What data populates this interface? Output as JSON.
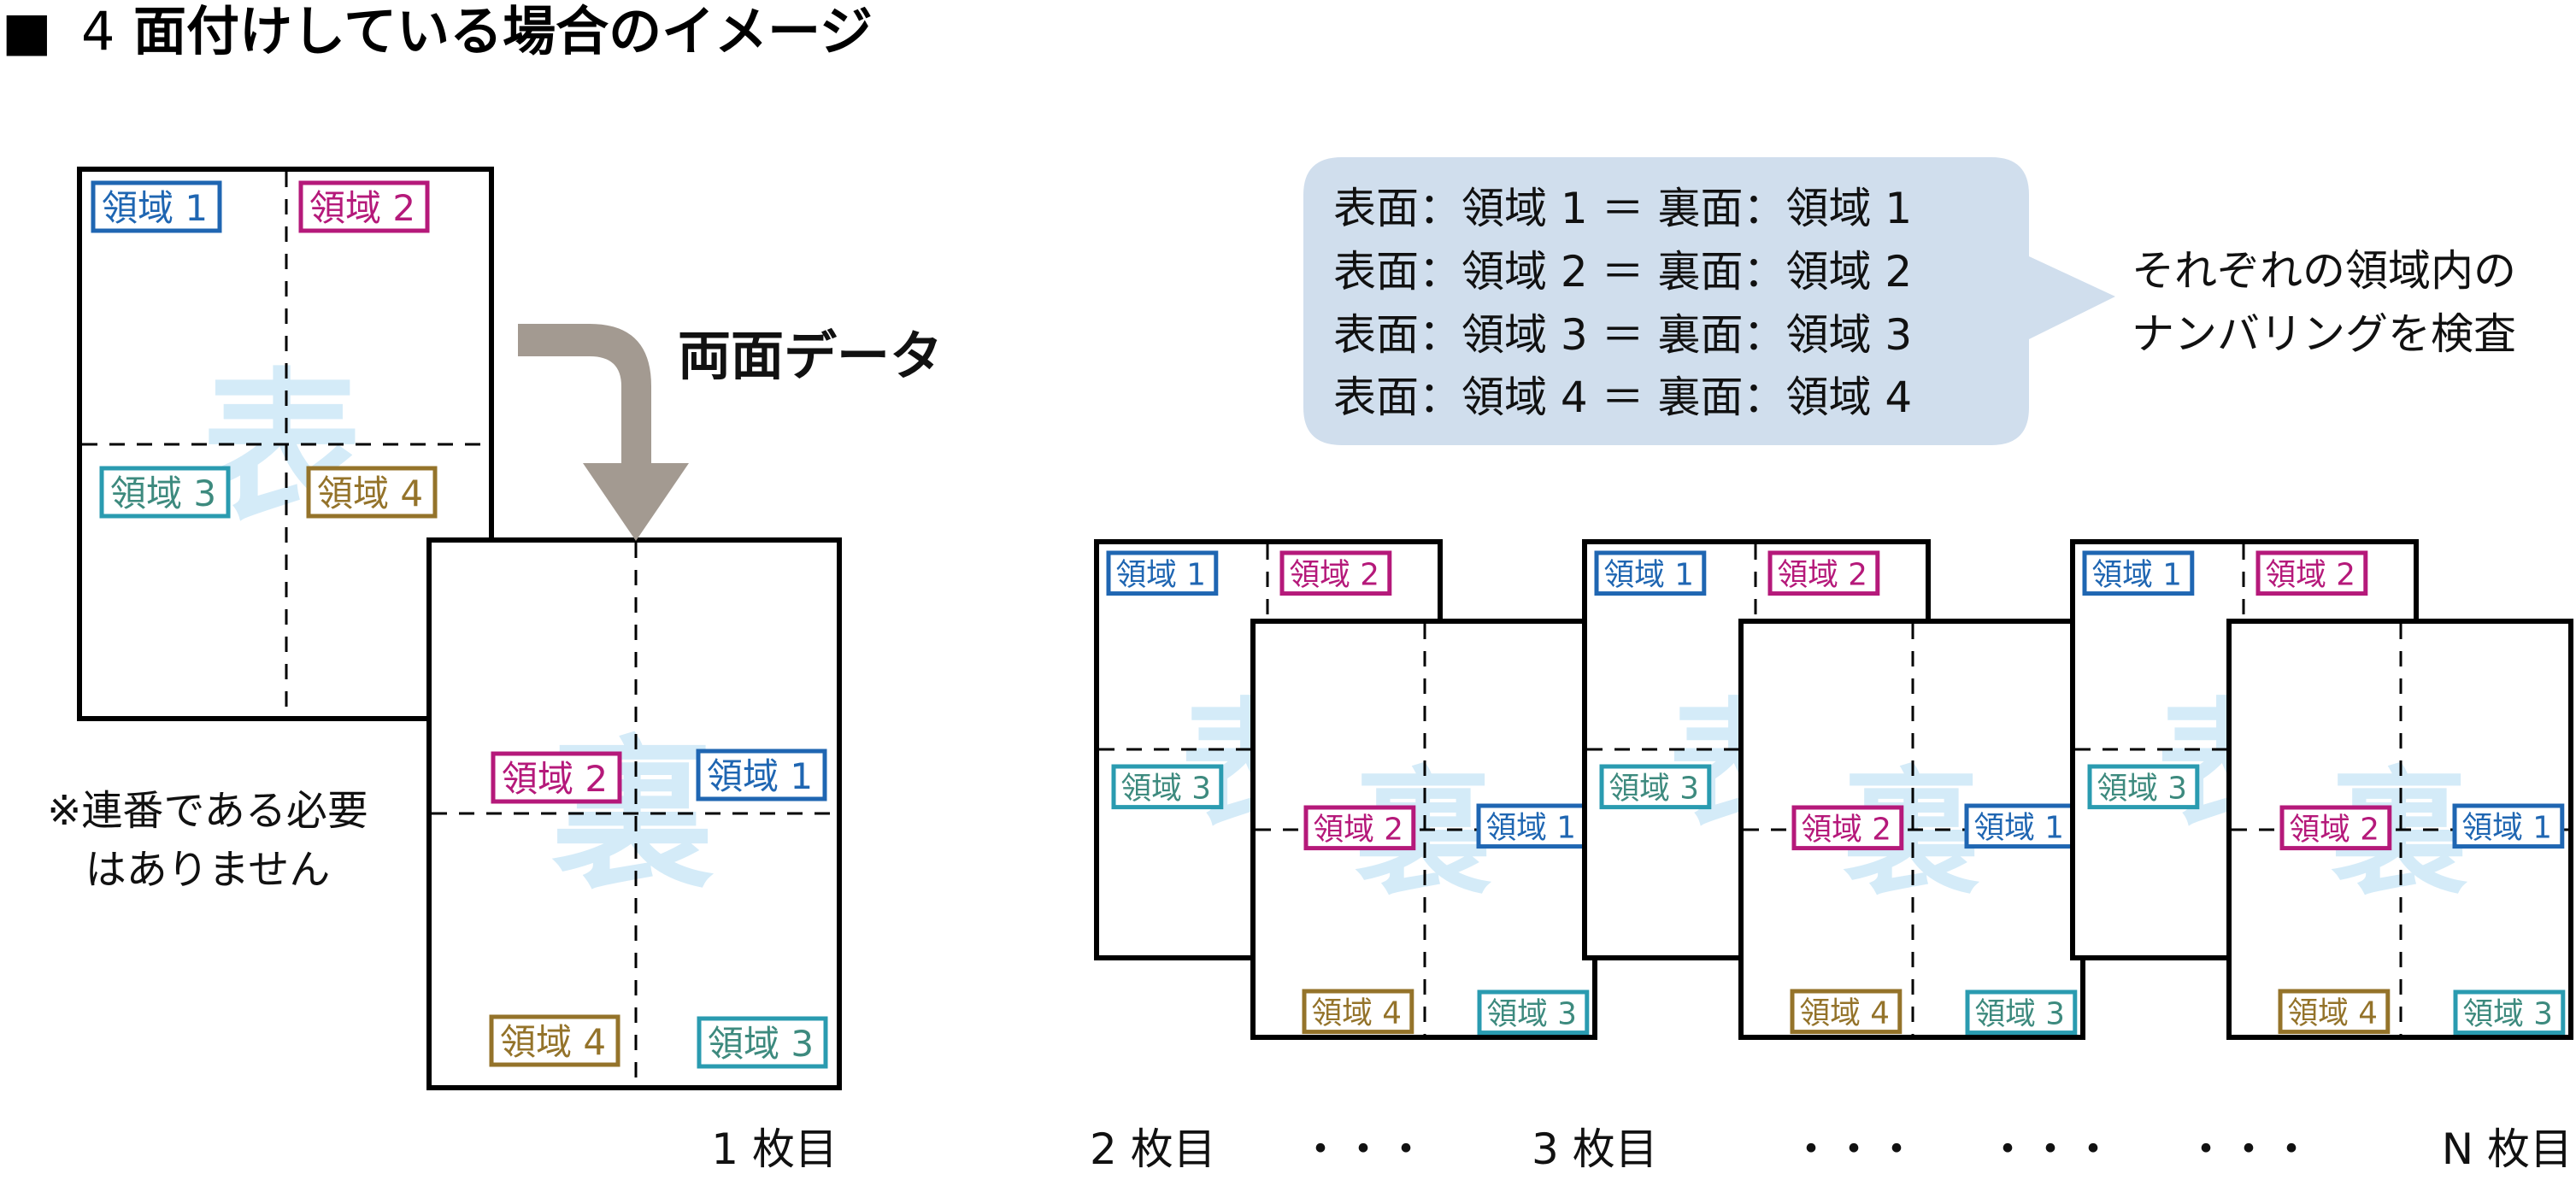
{
  "title": {
    "marker": "■",
    "number": "4",
    "text": "面付けしている場合のイメージ"
  },
  "arrow_label": "両面データ",
  "watermarks": {
    "front": "表",
    "back": "裏"
  },
  "region_label_prefix": "領域",
  "regions": [
    {
      "id": 1,
      "label": "領域 1",
      "color": "#1f66b2",
      "text_color": "#1f66b2"
    },
    {
      "id": 2,
      "label": "領域 2",
      "color": "#b5197a",
      "text_color": "#b5197a"
    },
    {
      "id": 3,
      "label": "領域 3",
      "color": "#2a9bb0",
      "text_color": "#3d8a7e"
    },
    {
      "id": 4,
      "label": "領域 4",
      "color": "#94732a",
      "text_color": "#94732a"
    }
  ],
  "front_layout": [
    1,
    2,
    3,
    4
  ],
  "back_layout": [
    2,
    1,
    4,
    3
  ],
  "note": {
    "line1": "※連番である必要",
    "line2": "はありません"
  },
  "bubble": {
    "lines": [
      "表面：領域 1 ＝ 裏面：領域 1",
      "表面：領域 2 ＝ 裏面：領域 2",
      "表面：領域 3 ＝ 裏面：領域 3",
      "表面：領域 4 ＝ 裏面：領域 4"
    ],
    "color": "#d0deed"
  },
  "bubble_caption": {
    "line1": "それぞれの領域内の",
    "line2": "ナンバリングを検査"
  },
  "sheet_labels": {
    "first": "1 枚目",
    "second": "2 枚目",
    "third": "3 枚目",
    "last": "N 枚目",
    "ellipsis": "・・・"
  },
  "colors": {
    "arrow": "#a39a91",
    "watermark": "#d4ebf8",
    "sheet_border": "#000000"
  }
}
